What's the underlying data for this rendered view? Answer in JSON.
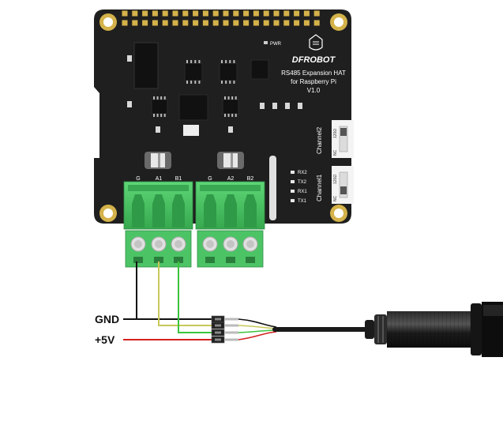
{
  "board": {
    "brand": "DFROBOT",
    "product_line1": "RS485 Expansion HAT",
    "product_line2": "for Raspberry Pi",
    "version": "V1.0",
    "pwr_label": "PWR",
    "led_labels": [
      "RX2",
      "TX2",
      "RX1",
      "TX1"
    ],
    "switches": [
      {
        "name": "Channel2",
        "opt_nc": "NC",
        "opt_120": "120Ω"
      },
      {
        "name": "Channel1",
        "opt_nc": "NC",
        "opt_120": "120Ω"
      }
    ],
    "terminal_block_1": {
      "pins": [
        "G",
        "A1",
        "B1"
      ]
    },
    "terminal_block_2": {
      "pins": [
        "G",
        "A2",
        "B2"
      ]
    }
  },
  "wiring": {
    "gnd_label": "GND",
    "power_label": "+5V",
    "colors": {
      "black": "#111111",
      "yellow": "#c8c85a",
      "green": "#3cc43c",
      "red": "#d42020",
      "board": "#1f1f1f",
      "terminal": "#48c060",
      "hole_ring": "#d4b24a",
      "sensor": "#1a1a1a"
    }
  },
  "sensor": {
    "icon": "cylindrical-rs485-sensor"
  }
}
